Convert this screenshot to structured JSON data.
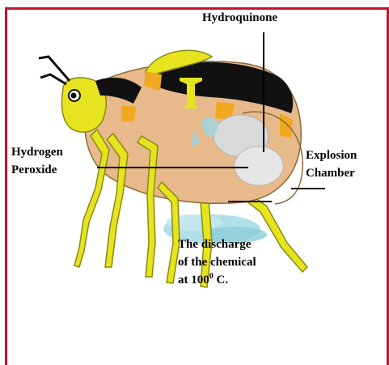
{
  "labels": {
    "hydroquinone": "Hydroquinone",
    "hydrogen_line1": "Hydrogen",
    "hydrogen_line2": "Peroxide",
    "explosion_line1": "Explosion",
    "explosion_line2": "Chamber",
    "discharge_line1": "The discharge",
    "discharge_line2": "of the chemical",
    "discharge_line3_prefix": "at 100",
    "discharge_line3_sup": "0",
    "discharge_line3_suffix": " C."
  },
  "colors": {
    "frame": "#c8102e",
    "leg_yellow": "#e6e41e",
    "leg_outline": "#8a8a14",
    "body_tan": "#e8b98a",
    "body_black": "#111111",
    "orange": "#f0a81e",
    "chamber_grey": "#d9d9d9",
    "spray_blue": "#9fd6e0"
  },
  "icons": {
    "beetle": "bombardier-beetle-illustration"
  }
}
